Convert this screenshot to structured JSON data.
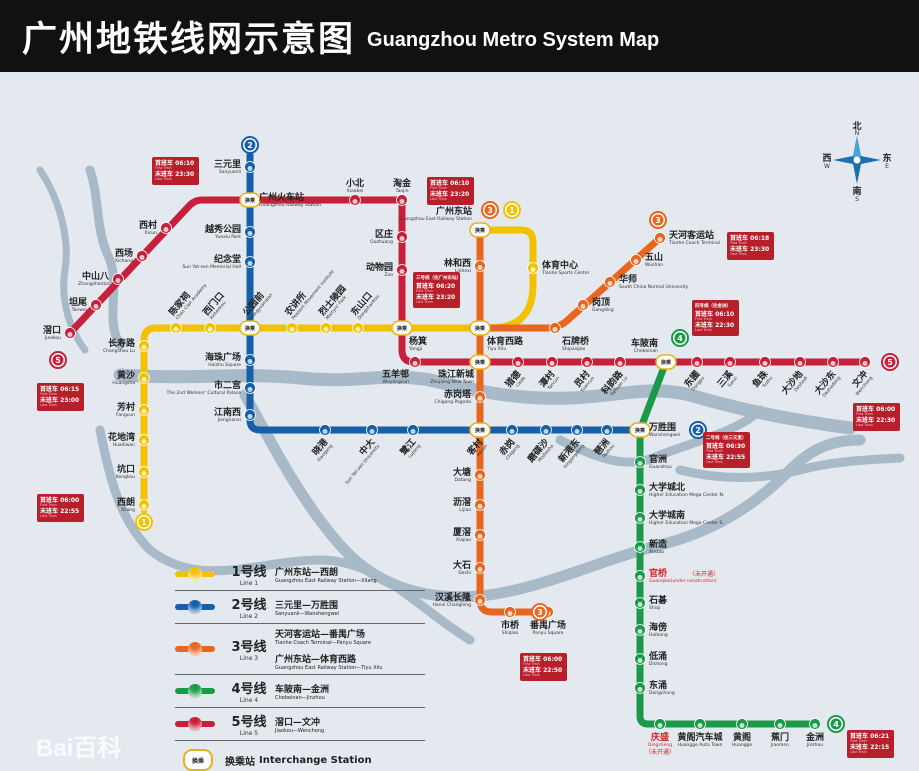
{
  "header": {
    "title_zh": "广州地铁线网示意图",
    "title_en": "Guangzhou Metro System Map"
  },
  "compass": {
    "north": "北",
    "north_en": "N",
    "south": "南",
    "south_en": "S",
    "west": "西",
    "west_en": "W",
    "east": "东",
    "east_en": "E"
  },
  "interchange_mark": "换乘",
  "lines": [
    {
      "id": "1",
      "color": "#f2c200",
      "stations": [
        {
          "zh": "西朗",
          "en": "Xilang"
        },
        {
          "zh": "坑口",
          "en": "Kengkou"
        },
        {
          "zh": "花地湾",
          "en": "Huadiwan"
        },
        {
          "zh": "芳村",
          "en": "Fangcun"
        },
        {
          "zh": "黄沙",
          "en": "Huangsha"
        },
        {
          "zh": "长寿路",
          "en": "Changshou Lu"
        },
        {
          "zh": "陈家祠",
          "en": "Chen Clan Academy"
        },
        {
          "zh": "西门口",
          "en": "Ximenkou"
        },
        {
          "zh": "公园前",
          "en": "Gongyuanqian"
        },
        {
          "zh": "农讲所",
          "en": "Peasant Movement Institute"
        },
        {
          "zh": "烈士陵园",
          "en": "Martyrs' Park"
        },
        {
          "zh": "东山口",
          "en": "Dongshankou"
        },
        {
          "zh": "杨箕",
          "en": "Yangji"
        },
        {
          "zh": "体育西路",
          "en": "Tiyu Xilu"
        },
        {
          "zh": "体育中心",
          "en": "Tianhe Sports Center"
        },
        {
          "zh": "广州东站",
          "en": "Guangzhou East Railway Station"
        }
      ]
    },
    {
      "id": "2",
      "color": "#1560a8",
      "stations": [
        {
          "zh": "三元里",
          "en": "Sanyuanli"
        },
        {
          "zh": "广州火车站",
          "en": "Guangzhou Railway Station"
        },
        {
          "zh": "越秀公园",
          "en": "Yuexiu Park"
        },
        {
          "zh": "纪念堂",
          "en": "Sun Yat-sen Memorial Hall"
        },
        {
          "zh": "公园前",
          "en": "Gongyuanqian"
        },
        {
          "zh": "海珠广场",
          "en": "Haizhu Square"
        },
        {
          "zh": "市二宫",
          "en": "The 2nd Workers' Cultural Palace"
        },
        {
          "zh": "江南西",
          "en": "Jiangnanxi"
        },
        {
          "zh": "晓港",
          "en": "Xiaogang"
        },
        {
          "zh": "中大",
          "en": "Sun Yat-sen University"
        },
        {
          "zh": "鹭江",
          "en": "Lujiang"
        },
        {
          "zh": "客村",
          "en": "Kecun"
        },
        {
          "zh": "赤岗",
          "en": "Chigang"
        },
        {
          "zh": "磨碟沙",
          "en": "Modiesha"
        },
        {
          "zh": "新港东",
          "en": "Xingangdong"
        },
        {
          "zh": "琶洲",
          "en": "Pazhou"
        },
        {
          "zh": "万胜围",
          "en": "Wanshengwei"
        }
      ]
    },
    {
      "id": "3",
      "color": "#e8661e",
      "stations": [
        {
          "zh": "天河客运站",
          "en": "Tianhe Coach Terminal"
        },
        {
          "zh": "五山",
          "en": "Wushan"
        },
        {
          "zh": "华师",
          "en": "South China Normal University"
        },
        {
          "zh": "岗顶",
          "en": "Gangding"
        },
        {
          "zh": "石牌桥",
          "en": "Shipaiqiao"
        },
        {
          "zh": "体育西路",
          "en": "Tiyu Xilu"
        },
        {
          "zh": "珠江新城",
          "en": "Zhujiang New Town"
        },
        {
          "zh": "赤岗塔",
          "en": "Chigang Pagoda"
        },
        {
          "zh": "客村",
          "en": "Kecun"
        },
        {
          "zh": "大塘",
          "en": "Datang"
        },
        {
          "zh": "沥滘",
          "en": "Lijiao"
        },
        {
          "zh": "厦滘",
          "en": "Xiajiao"
        },
        {
          "zh": "大石",
          "en": "Dashi"
        },
        {
          "zh": "汉溪长隆",
          "en": "Hanxi Changlong"
        },
        {
          "zh": "市桥",
          "en": "Shiqiao"
        },
        {
          "zh": "番禺广场",
          "en": "Panyu Square"
        },
        {
          "zh": "广州东站",
          "en": "Guangzhou East Railway Station"
        },
        {
          "zh": "林和西",
          "en": "Linhexi"
        }
      ]
    },
    {
      "id": "4",
      "color": "#1a9a48",
      "stations": [
        {
          "zh": "车陂南",
          "en": "Chebeinan"
        },
        {
          "zh": "万胜围",
          "en": "Wanshengwei"
        },
        {
          "zh": "官洲",
          "en": "Guanzhou"
        },
        {
          "zh": "大学城北",
          "en": "Higher Education Mega Center N."
        },
        {
          "zh": "大学城南",
          "en": "Higher Education Mega Center S."
        },
        {
          "zh": "新造",
          "en": "Xinzao"
        },
        {
          "zh": "官桥",
          "en": "Guanqiao(under construction)",
          "note": "（未开通）",
          "status": "under construction"
        },
        {
          "zh": "石碁",
          "en": "Shiqi"
        },
        {
          "zh": "海傍",
          "en": "Haibang"
        },
        {
          "zh": "低涌",
          "en": "Dichong"
        },
        {
          "zh": "东涌",
          "en": "Dongchong"
        },
        {
          "zh": "庆盛",
          "en": "Qingsheng",
          "note": "（未开通）",
          "status": "under construction"
        },
        {
          "zh": "黄阁汽车城",
          "en": "Huangge Auto Town"
        },
        {
          "zh": "黄阁",
          "en": "Huangge"
        },
        {
          "zh": "蕉门",
          "en": "Jiaomen"
        },
        {
          "zh": "金洲",
          "en": "Jinzhou"
        }
      ]
    },
    {
      "id": "5",
      "color": "#c8203a",
      "stations": [
        {
          "zh": "滘口",
          "en": "Jiaokou"
        },
        {
          "zh": "坦尾",
          "en": "Tanwei"
        },
        {
          "zh": "中山八",
          "en": "Zhongshanba"
        },
        {
          "zh": "西场",
          "en": "Xichang"
        },
        {
          "zh": "西村",
          "en": "Xicun"
        },
        {
          "zh": "广州火车站",
          "en": "Guangzhou Railway Station"
        },
        {
          "zh": "小北",
          "en": "Xiaobei"
        },
        {
          "zh": "淘金",
          "en": "Taojin"
        },
        {
          "zh": "区庄",
          "en": "Ouzhuang"
        },
        {
          "zh": "动物园",
          "en": "Zoo"
        },
        {
          "zh": "杨箕",
          "en": "Yangji"
        },
        {
          "zh": "五羊邨",
          "en": "Wuyangcun"
        },
        {
          "zh": "珠江新城",
          "en": "Zhujiang New Town"
        },
        {
          "zh": "猎德",
          "en": "Liede"
        },
        {
          "zh": "潭村",
          "en": "Tancun"
        },
        {
          "zh": "员村",
          "en": "Yuancun"
        },
        {
          "zh": "科韵路",
          "en": "Kehuan Lu"
        },
        {
          "zh": "车陂南",
          "en": "Chebeinan"
        },
        {
          "zh": "东圃",
          "en": "Dongpu"
        },
        {
          "zh": "三溪",
          "en": "Sanxi"
        },
        {
          "zh": "鱼珠",
          "en": "Yuzhu"
        },
        {
          "zh": "大沙地",
          "en": "Dashadi"
        },
        {
          "zh": "大沙东",
          "en": "Dashadong"
        },
        {
          "zh": "文冲",
          "en": "Wenchong"
        }
      ]
    }
  ],
  "terminal_badges": [
    "2",
    "2",
    "1",
    "1",
    "3",
    "3",
    "3",
    "4",
    "4",
    "5",
    "5"
  ],
  "timetables": [
    {
      "station": "三元里",
      "title": "",
      "first": "首班车 06:10",
      "first_en": "First Train",
      "last": "末班车 23:30",
      "last_en": "Last Train"
    },
    {
      "station": "广州东站",
      "title": "",
      "first": "首班车 06:10",
      "first_en": "First Train",
      "last": "末班车 23:20",
      "last_en": "Last Train"
    },
    {
      "station": "体育西路",
      "title": "三号线（往广州东站）",
      "first": "首班车 06:20",
      "first_en": "First Train",
      "last": "末班车 23:20",
      "last_en": "Last Train"
    },
    {
      "station": "天河客运站",
      "title": "",
      "first": "首班车 06:18",
      "first_en": "First Train",
      "last": "末班车 23:30",
      "last_en": "Last Train"
    },
    {
      "station": "滘口",
      "title": "",
      "first": "首班车 06:15",
      "first_en": "First Train",
      "last": "末班车 23:00",
      "last_en": "Last Train"
    },
    {
      "station": "西朗",
      "title": "",
      "first": "首班车 06:00",
      "first_en": "First Train",
      "last": "末班车 22:55",
      "last_en": "Last Train"
    },
    {
      "station": "文冲",
      "title": "",
      "first": "首班车 06:00",
      "first_en": "First Train",
      "last": "末班车 22:30",
      "last_en": "Last Train"
    },
    {
      "station": "车陂南",
      "title": "四号线（往金洲）",
      "first": "首班车 06:10",
      "first_en": "First Train",
      "last": "末班车 22:30",
      "last_en": "Last Train"
    },
    {
      "station": "万胜围",
      "title": "二号线（往三元里）",
      "first": "首班车 06:30",
      "first_en": "First Train",
      "last": "末班车 22:55",
      "last_en": "Last Train"
    },
    {
      "station": "番禺广场",
      "title": "",
      "first": "首班车 06:00",
      "first_en": "First Train",
      "last": "末班车 22:50",
      "last_en": "Last Train"
    },
    {
      "station": "金洲",
      "title": "",
      "first": "首班车 06:21",
      "first_en": "First Train",
      "last": "末班车 22:15",
      "last_en": "Last Train"
    }
  ],
  "legend": {
    "rows": [
      {
        "name": "1号线",
        "name_en": "Line 1",
        "routes": [
          {
            "zh": "广州东站—西朗",
            "en": "Guangzhou East Railway Station—Xilang"
          }
        ]
      },
      {
        "name": "2号线",
        "name_en": "Line 2",
        "routes": [
          {
            "zh": "三元里—万胜围",
            "en": "Sanyuanli—Wanshengwei"
          }
        ]
      },
      {
        "name": "3号线",
        "name_en": "Line 3",
        "routes": [
          {
            "zh": "天河客运站—番禺广场",
            "en": "Tianhe Coach Terminal—Panyu Square"
          },
          {
            "zh": "广州东站—体育西路",
            "en": "Guangzhou East Railway Station—Tiyu Xilu"
          }
        ]
      },
      {
        "name": "4号线",
        "name_en": "Line 4",
        "routes": [
          {
            "zh": "车陂南—金洲",
            "en": "Chebeinan—Jinzhou"
          }
        ]
      },
      {
        "name": "5号线",
        "name_en": "Line 5",
        "routes": [
          {
            "zh": "滘口—文冲",
            "en": "Jiaokou—Wenchong"
          }
        ]
      }
    ],
    "interchange_zh": "换乘站",
    "interchange_en": "Interchange Station"
  },
  "watermark": "Bai百科"
}
